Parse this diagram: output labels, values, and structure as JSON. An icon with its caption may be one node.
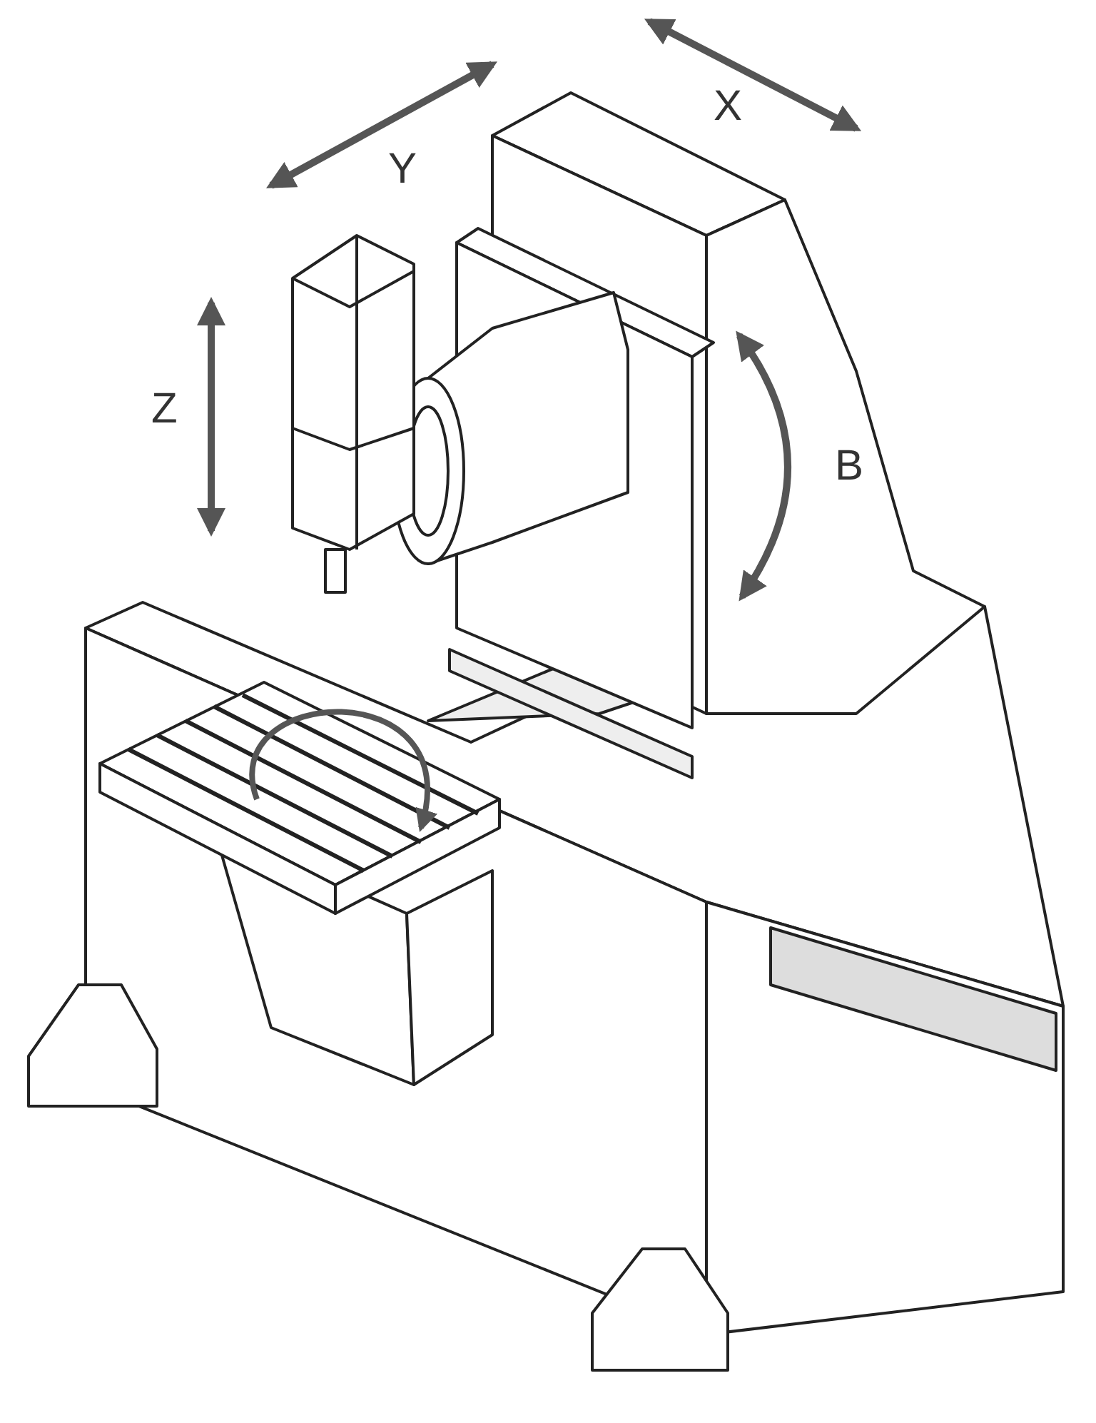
{
  "diagram": {
    "labels": [
      "X",
      "Y",
      "Z",
      "B"
    ]
  }
}
